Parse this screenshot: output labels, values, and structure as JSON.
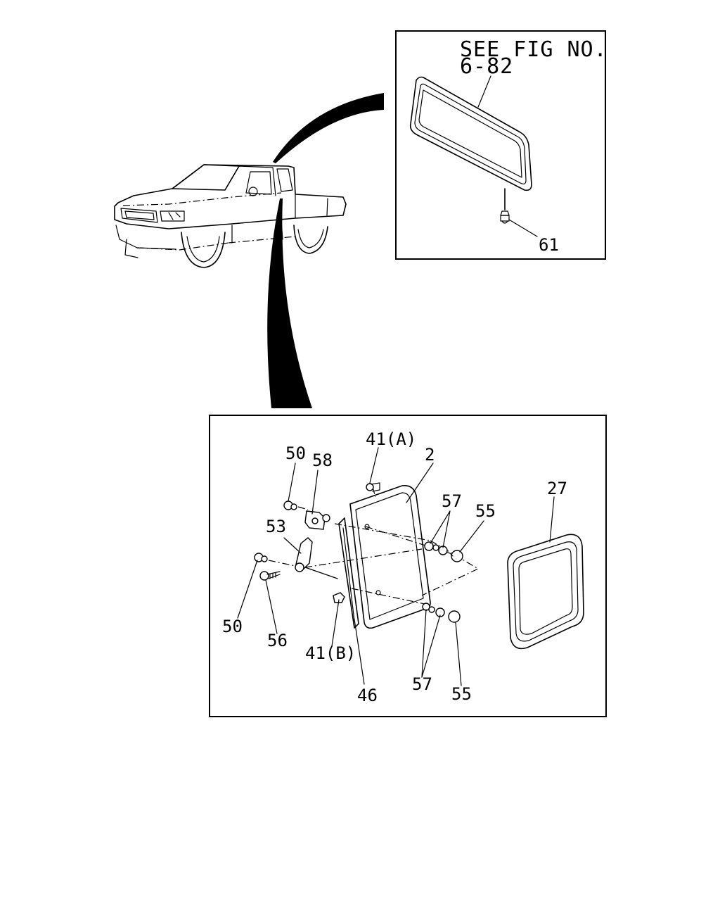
{
  "inset_reference": {
    "see_fig_label": "SEE FIG NO.",
    "fig_number": "6-82",
    "part_61": "61"
  },
  "callouts": {
    "p41a": "41(A)",
    "p2": "2",
    "p50_top": "50",
    "p58": "58",
    "p57_top": "57",
    "p55_top": "55",
    "p27": "27",
    "p53": "53",
    "p50_bottom": "50",
    "p56": "56",
    "p41b": "41(B)",
    "p46": "46",
    "p57_bottom": "57",
    "p55_bottom": "55"
  }
}
